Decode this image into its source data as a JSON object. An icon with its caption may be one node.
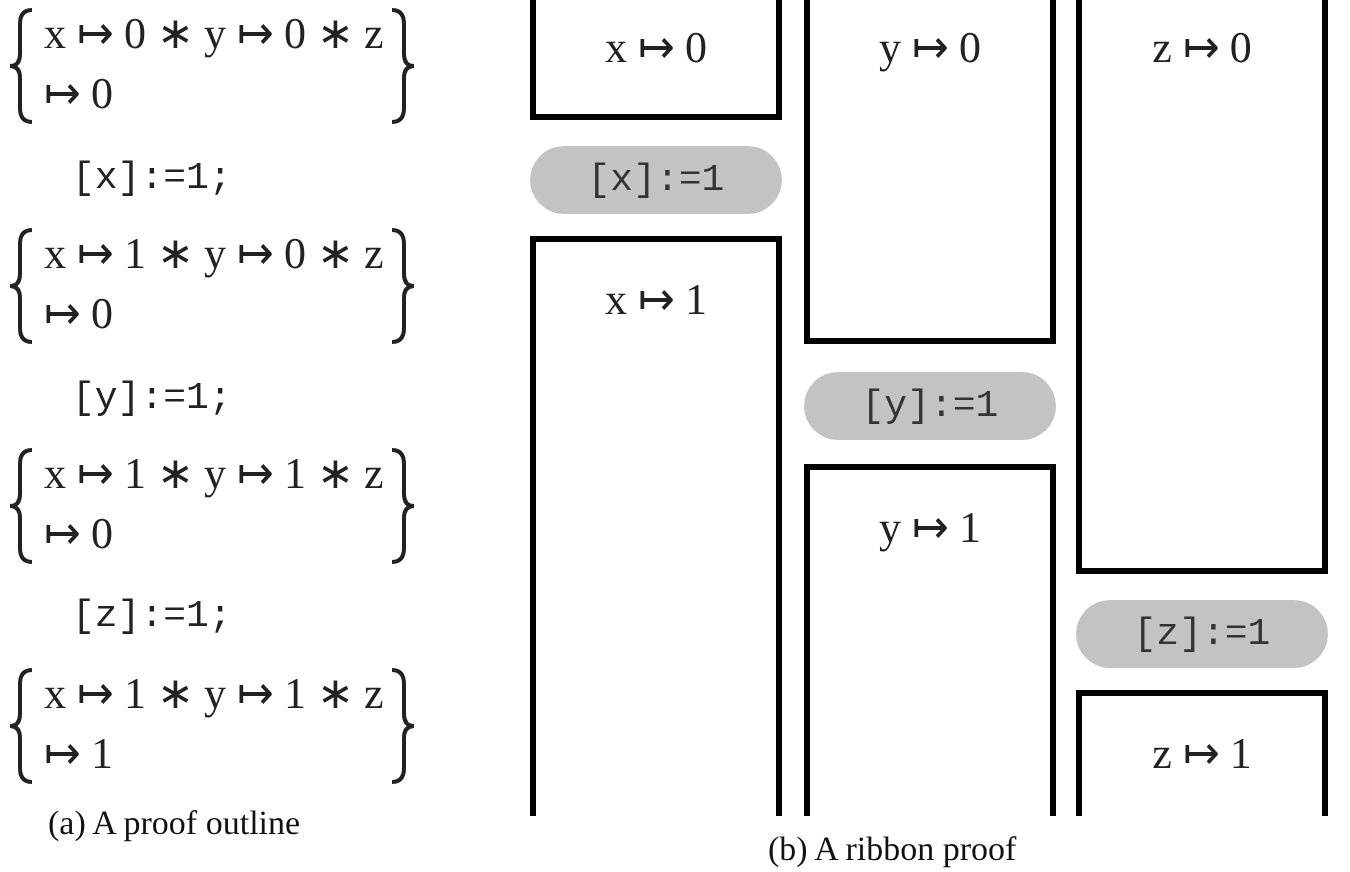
{
  "diagram": {
    "nodes": [
      {
        "text": [
          "x ↦ 0"
        ]
      },
      {
        "text": [
          "[x]:=1"
        ]
      },
      {
        "text": [
          "x ↦ 1"
        ]
      },
      {
        "text": [
          "y ↦ 0"
        ]
      },
      {
        "text": [
          "[y]:=1"
        ]
      },
      {
        "text": [
          "y ↦ 1"
        ]
      },
      {
        "text": [
          "z ↦ 0"
        ]
      },
      {
        "text": [
          "[z]:=1"
        ]
      },
      {
        "text": [
          "z ↦ 1"
        ]
      }
    ],
    "labels": [
      "x ↦ 0 ∗ y ↦ 0 ∗ z ↦ 0",
      "[x]:=1;",
      "x ↦ 1 ∗ y ↦ 0 ∗ z ↦ 0",
      "[y]:=1;",
      "x ↦ 1 ∗ y ↦ 1 ∗ z ↦ 0",
      "[z]:=1;",
      "x ↦ 1 ∗ y ↦ 1 ∗ z ↦ 1",
      "(a) A proof outline",
      "(b) A ribbon proof"
    ]
  }
}
